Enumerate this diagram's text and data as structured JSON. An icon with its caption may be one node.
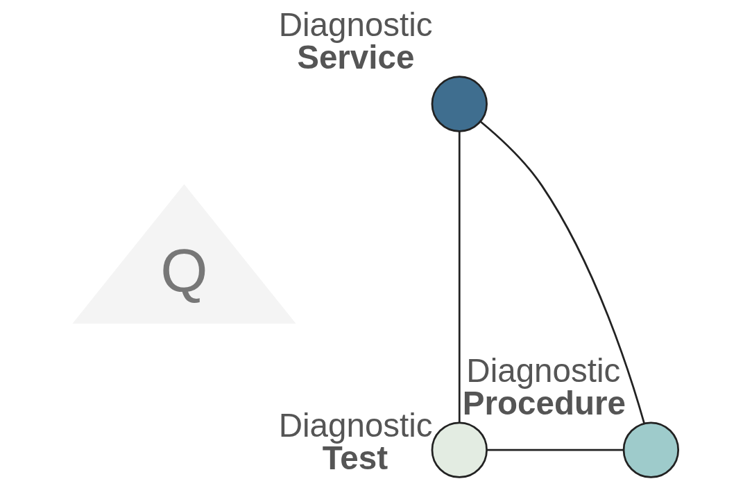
{
  "diagram": {
    "nodes": [
      {
        "text": [],
        "shape": "circle",
        "beside": [
          "Diagnostic Service"
        ]
      },
      {
        "text": [
          "Q"
        ]
      },
      {
        "text": [],
        "shape": "circle",
        "beside": [
          "Diagnostic Test"
        ]
      },
      {
        "text": [],
        "shape": "circle",
        "beside": [
          "Diagnostic Procedure"
        ]
      }
    ],
    "edges": [
      {
        "from": 0,
        "to": 2,
        "arrow": "none"
      },
      {
        "from": 0,
        "to": 3,
        "arrow": "none"
      },
      {
        "from": 2,
        "to": 3,
        "arrow": "none"
      }
    ]
  }
}
